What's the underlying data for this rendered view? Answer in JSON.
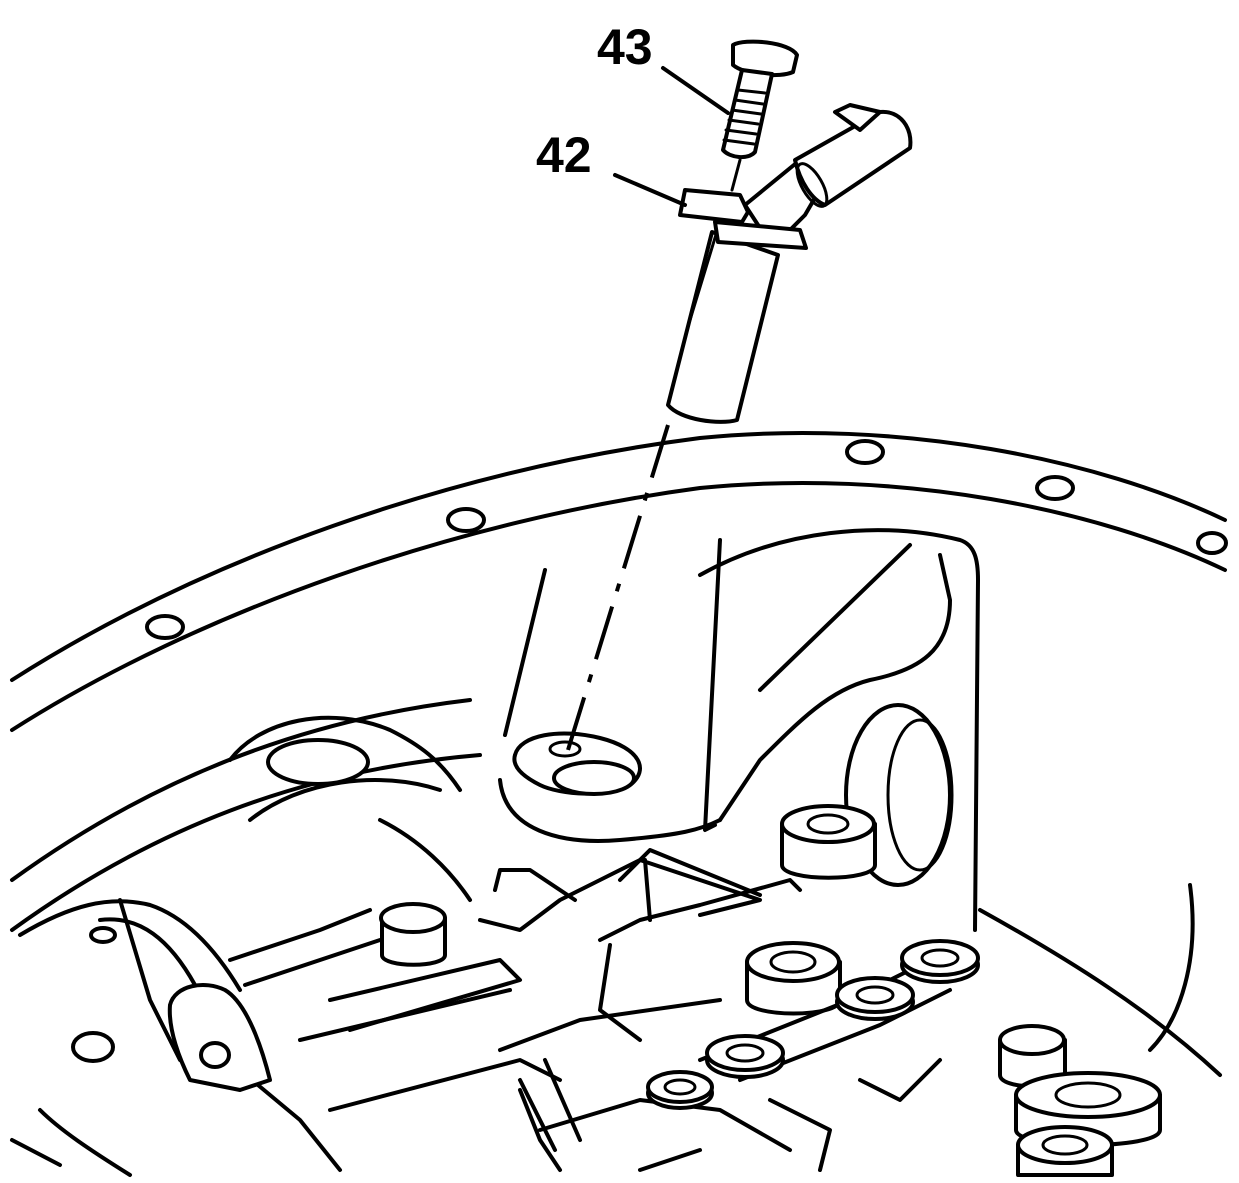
{
  "callouts": [
    {
      "id": "bolt",
      "label": "43"
    },
    {
      "id": "sensor",
      "label": "42"
    }
  ]
}
